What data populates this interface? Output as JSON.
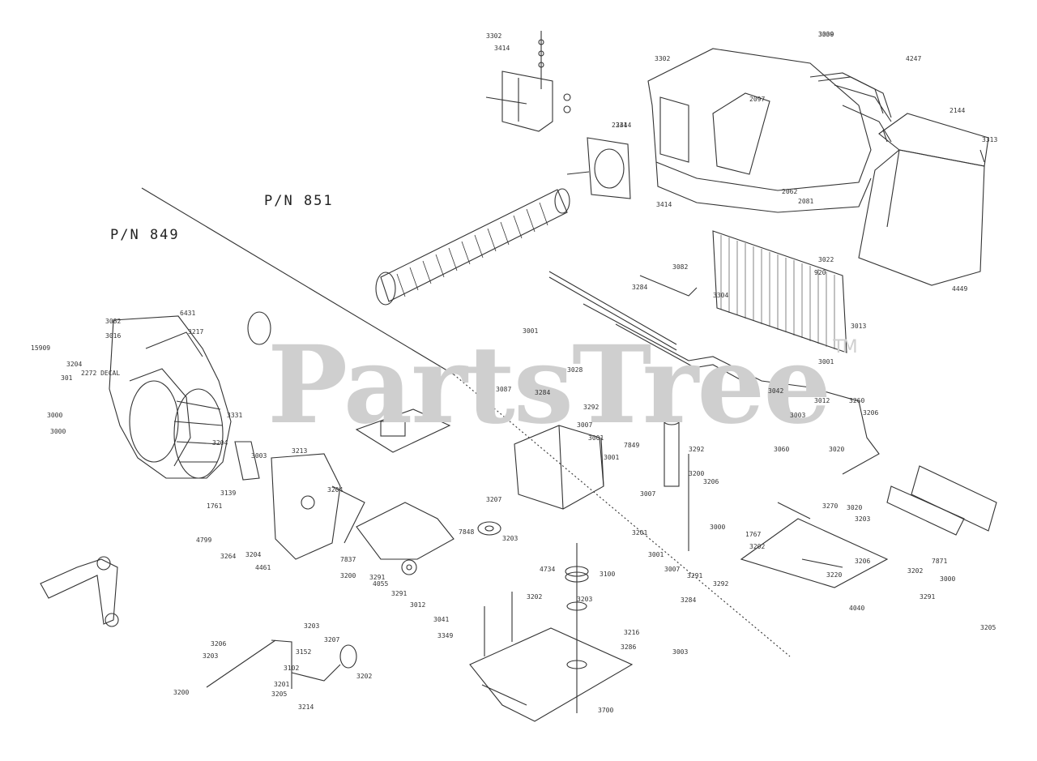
{
  "diagram": {
    "model_labels": [
      "P/N 851",
      "P/N 849"
    ],
    "watermark": {
      "text": "PartsTree",
      "mark": "TM"
    },
    "callouts": [
      "3339",
      "3302",
      "4247",
      "3302",
      "3414",
      "2234",
      "2097",
      "2144",
      "3313",
      "3414",
      "3414",
      "2062",
      "2081",
      "3022",
      "920",
      "4449",
      "3013",
      "3082",
      "3304",
      "3284",
      "6431",
      "3082",
      "3016",
      "3217",
      "15909",
      "3204",
      "2272 DECAL",
      "301",
      "3000",
      "3000",
      "3331",
      "3204",
      "3003",
      "3139",
      "1761",
      "4799",
      "3213",
      "3204",
      "3204",
      "4461",
      "3264",
      "3291",
      "3200",
      "4055",
      "3291",
      "3012",
      "3041",
      "7837",
      "7848",
      "3207",
      "3203",
      "4734",
      "3100",
      "3202",
      "3203",
      "3349",
      "3216",
      "3286",
      "3700",
      "3203",
      "3152",
      "3102",
      "3201",
      "3207",
      "3202",
      "3206",
      "3203",
      "3200",
      "3205",
      "3214",
      "3001",
      "3087",
      "3284",
      "3028",
      "3292",
      "3007",
      "7849",
      "3001",
      "3001",
      "3292",
      "3200",
      "3206",
      "3201",
      "3007",
      "3001",
      "3007",
      "3000",
      "3291",
      "3292",
      "3284",
      "3003",
      "3012",
      "3020",
      "3060",
      "3042",
      "3003",
      "3001",
      "3260",
      "3206",
      "1767",
      "3270",
      "3020",
      "3203",
      "3202",
      "3206",
      "3220",
      "7871",
      "3000",
      "3202",
      "4040",
      "3291",
      "3205",
      "3000"
    ]
  }
}
